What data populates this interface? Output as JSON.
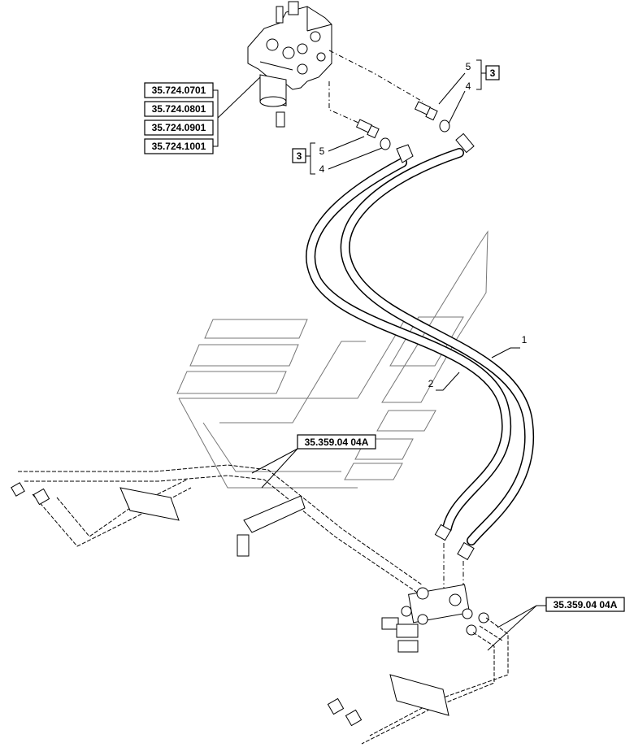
{
  "valve_refs": [
    "35.724.0701",
    "35.724.0801",
    "35.724.0901",
    "35.724.1001"
  ],
  "group_ref_top": "3",
  "group_ref_left": "3",
  "callouts": {
    "top_5": "5",
    "top_4": "4",
    "left_5": "5",
    "left_4": "4",
    "hose_1": "1",
    "hose_2": "2"
  },
  "pipe_refs": {
    "center": "35.359.04 04A",
    "right": "35.359.04 04A"
  }
}
